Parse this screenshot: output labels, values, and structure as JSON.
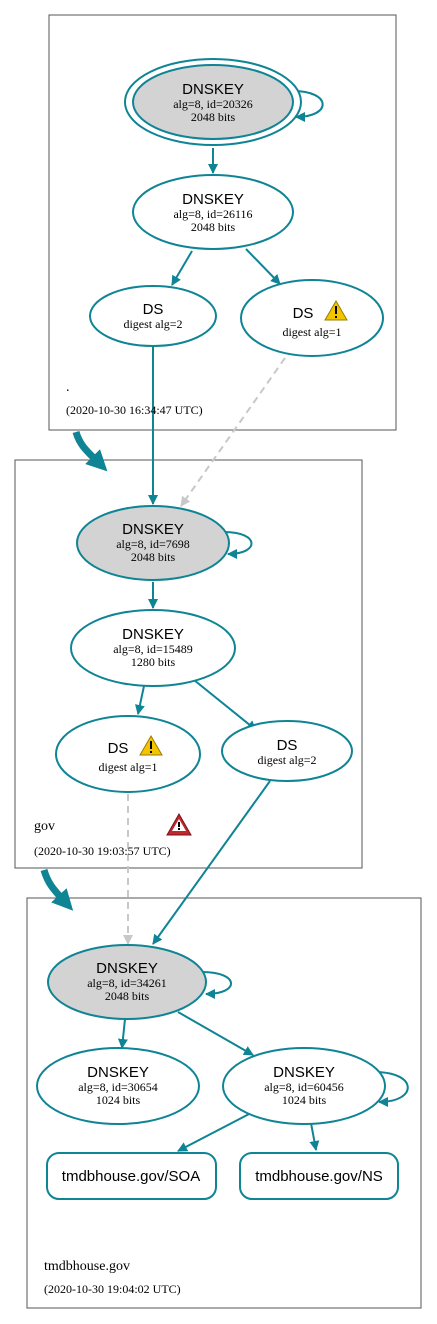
{
  "zones": [
    {
      "id": "root",
      "name": ".",
      "timestamp": "(2020-10-30 16:34:47 UTC)",
      "nodes": [
        {
          "id": "root-ksk",
          "type": "DNSKEY",
          "label": "DNSKEY",
          "detail": "alg=8, id=20326",
          "bits": "2048 bits",
          "shaded": true,
          "trust_anchor": true,
          "self_signed": true
        },
        {
          "id": "root-zsk",
          "type": "DNSKEY",
          "label": "DNSKEY",
          "detail": "alg=8, id=26116",
          "bits": "2048 bits",
          "shaded": false
        },
        {
          "id": "root-ds1",
          "type": "DS",
          "label": "DS",
          "detail": "digest alg=2"
        },
        {
          "id": "root-ds2",
          "type": "DS",
          "label": "DS",
          "detail": "digest alg=1",
          "warning": true
        }
      ]
    },
    {
      "id": "gov",
      "name": "gov",
      "timestamp": "(2020-10-30 19:03:57 UTC)",
      "error_icon": true,
      "nodes": [
        {
          "id": "gov-ksk",
          "type": "DNSKEY",
          "label": "DNSKEY",
          "detail": "alg=8, id=7698",
          "bits": "2048 bits",
          "shaded": true,
          "self_signed": true
        },
        {
          "id": "gov-zsk",
          "type": "DNSKEY",
          "label": "DNSKEY",
          "detail": "alg=8, id=15489",
          "bits": "1280 bits",
          "shaded": false
        },
        {
          "id": "gov-ds1",
          "type": "DS",
          "label": "DS",
          "detail": "digest alg=1",
          "warning": true
        },
        {
          "id": "gov-ds2",
          "type": "DS",
          "label": "DS",
          "detail": "digest alg=2"
        }
      ]
    },
    {
      "id": "tmdbhouse",
      "name": "tmdbhouse.gov",
      "timestamp": "(2020-10-30 19:04:02 UTC)",
      "nodes": [
        {
          "id": "tm-ksk",
          "type": "DNSKEY",
          "label": "DNSKEY",
          "detail": "alg=8, id=34261",
          "bits": "2048 bits",
          "shaded": true,
          "self_signed": true
        },
        {
          "id": "tm-key2",
          "type": "DNSKEY",
          "label": "DNSKEY",
          "detail": "alg=8, id=30654",
          "bits": "1024 bits",
          "shaded": false
        },
        {
          "id": "tm-key3",
          "type": "DNSKEY",
          "label": "DNSKEY",
          "detail": "alg=8, id=60456",
          "bits": "1024 bits",
          "shaded": false,
          "self_signed": true
        },
        {
          "id": "tm-soa",
          "type": "RRset",
          "label": "tmdbhouse.gov/SOA"
        },
        {
          "id": "tm-ns",
          "type": "RRset",
          "label": "tmdbhouse.gov/NS"
        }
      ]
    }
  ],
  "edges": [
    {
      "from": "root-ksk",
      "to": "root-zsk",
      "style": "solid"
    },
    {
      "from": "root-zsk",
      "to": "root-ds1",
      "style": "solid"
    },
    {
      "from": "root-zsk",
      "to": "root-ds2",
      "style": "solid"
    },
    {
      "from": "root-ds1",
      "to": "gov-ksk",
      "style": "solid"
    },
    {
      "from": "root-ds2",
      "to": "gov-ksk",
      "style": "dashed"
    },
    {
      "from": "gov-ksk",
      "to": "gov-zsk",
      "style": "solid"
    },
    {
      "from": "gov-zsk",
      "to": "gov-ds1",
      "style": "solid"
    },
    {
      "from": "gov-zsk",
      "to": "gov-ds2",
      "style": "solid"
    },
    {
      "from": "gov-ds1",
      "to": "tm-ksk",
      "style": "dashed"
    },
    {
      "from": "gov-ds2",
      "to": "tm-ksk",
      "style": "solid"
    },
    {
      "from": "tm-ksk",
      "to": "tm-key2",
      "style": "solid"
    },
    {
      "from": "tm-ksk",
      "to": "tm-key3",
      "style": "solid"
    },
    {
      "from": "tm-key3",
      "to": "tm-soa",
      "style": "solid"
    },
    {
      "from": "tm-key3",
      "to": "tm-ns",
      "style": "solid"
    }
  ],
  "colors": {
    "edge": "#0e8494",
    "insecure_edge": "#c8c8c8",
    "ksk_fill": "#d3d3d3",
    "warning": "#f2c500",
    "error": "#c0282d"
  }
}
